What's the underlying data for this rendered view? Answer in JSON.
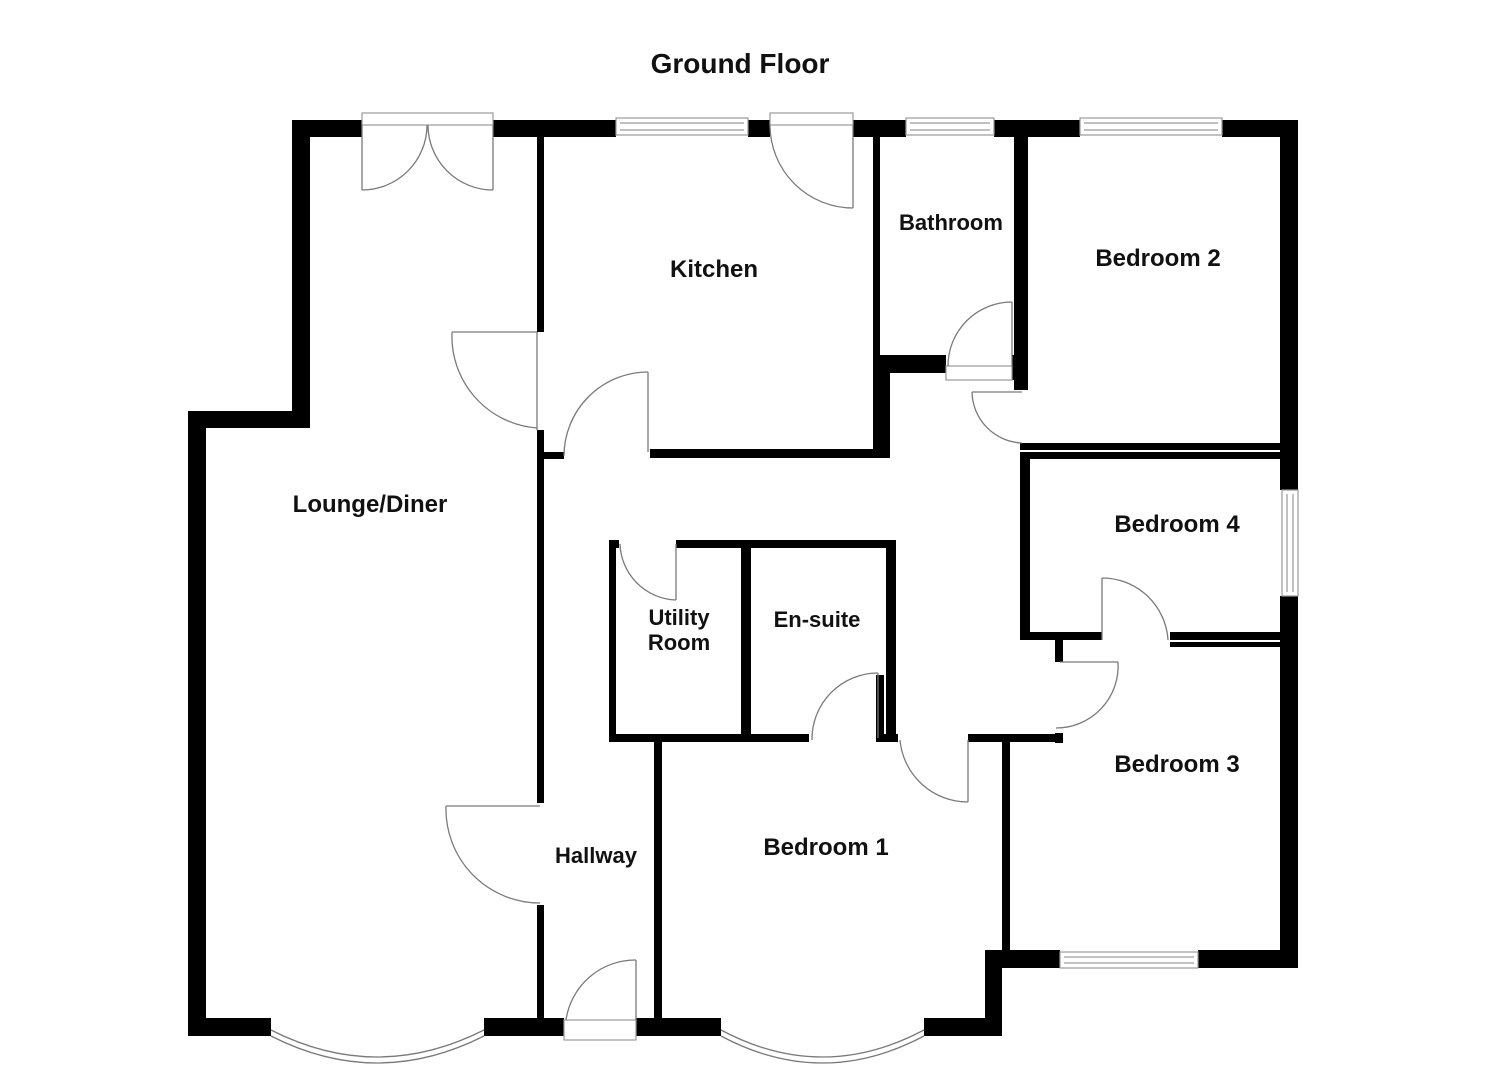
{
  "floor_title": "Ground Floor",
  "rooms": {
    "lounge": "Lounge/Diner",
    "kitchen": "Kitchen",
    "bathroom": "Bathroom",
    "bedroom2": "Bedroom 2",
    "bedroom4": "Bedroom 4",
    "utility_line1": "Utility",
    "utility_line2": "Room",
    "ensuite": "En-suite",
    "bedroom3": "Bedroom 3",
    "hallway": "Hallway",
    "bedroom1": "Bedroom 1"
  },
  "colors": {
    "wall": "#000000",
    "fixture": "#7a7a7a",
    "background": "#ffffff"
  }
}
